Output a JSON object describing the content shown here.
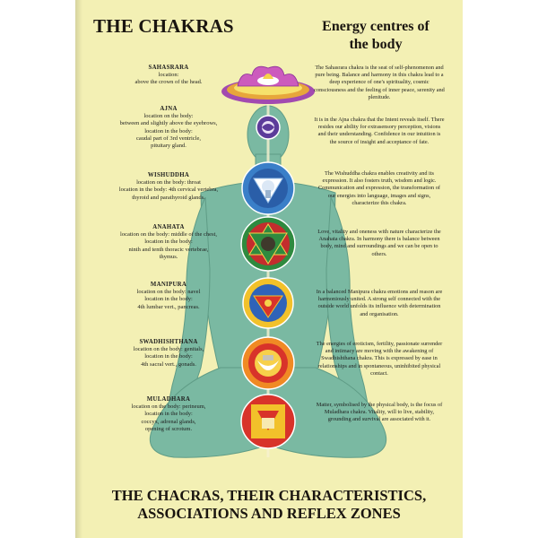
{
  "header": {
    "title": "THE CHAKRAS",
    "subtitle_line1": "Energy centres of",
    "subtitle_line2": "the body"
  },
  "left_labels": [
    {
      "name": "SAHASRARA",
      "lines": [
        "location:",
        "above the crown of the head."
      ]
    },
    {
      "name": "AJNA",
      "lines": [
        "location on the body:",
        "between and slightly above the eyebrows,",
        "location in the body:",
        "caudal part of 3rd ventricle,",
        "pituitary gland."
      ]
    },
    {
      "name": "WISHUDDHA",
      "lines": [
        "location on the body: throat",
        "location in the body: 4th cervical vertebra,",
        "thyroid and parathyroid glands."
      ]
    },
    {
      "name": "ANAHATA",
      "lines": [
        "location on the body: middle of the chest,",
        "location in the body:",
        "ninth and tenth thoracic vertebrae,",
        "thymus."
      ]
    },
    {
      "name": "MANIPURA",
      "lines": [
        "location on the body: navel",
        "location in the body:",
        "4th lumbar vert., pancreas."
      ]
    },
    {
      "name": "SWADHISHTHANA",
      "lines": [
        "location on the body: genitals,",
        "location in the body:",
        "4th sacral vert., gonads."
      ]
    },
    {
      "name": "MULADHARA",
      "lines": [
        "location on the body: perineum,",
        "location in the body:",
        "coccyx, adrenal glands,",
        "opening of scrotum."
      ]
    }
  ],
  "right_texts": [
    "The Sahasrara chakra is the seat of self-phenomenon and pure being. Balance and harmony in this chakra lead to a deep experience of one's spirituality, cosmic consciousness and the feeling of inner peace, serenity and plenitude.",
    "It is in the Ajna chakra that the Intent reveals itself. There resides our ability for extrasensory perception, visions and their understanding. Confidence in our intuition is the source of insight and acceptance of fate.",
    "The Wishuddha chakra enables creativity and its expression. It also fosters truth, wisdom and logic. Communication and expression, the transformation of our energies into language, images and signs, characterize this chakra.",
    "Love, vitality and oneness with nature characterize the Anahata chakra. In harmony there is balance between body, mind and surroundings and we can be open to others.",
    "In a balanced Manipura chakra emotions and reason are harmoniously united. A strong self connected with the outside world unfolds its influence with determination and organisation.",
    "The energies of eroticism, fertility, passionate surrender and intimacy are moving with the awakening of Swadhishthana chakra. This is expressed by ease in relationships and in spontaneous, uninhibited physical contact.",
    "Matter, symbolised by the physical body, is the focus of Muladhara chakra. Vitality, will to live, stability, grounding and survival are associated with it."
  ],
  "footer": {
    "line1": "THE CHACRAS, THEIR CHARACTERISTICS,",
    "line2": "ASSOCIATIONS AND REFLEX ZONES"
  },
  "colors": {
    "background": "#f3f0b4",
    "figure": "#7ab9a2",
    "sahasrara": "#a24ab0",
    "ajna": "#5c3c9a",
    "wishuddha": "#3a7fc8",
    "anahata": "#2f8a3f",
    "manipura": "#f2c12a",
    "swadhishthana": "#f08a24",
    "muladhara": "#d8332a"
  },
  "icons": [
    "lotus-crown",
    "ajna-eye",
    "wishuddha-elephant",
    "anahata-star",
    "manipura-triangle",
    "swadhishthana-crescent",
    "muladhara-square"
  ]
}
